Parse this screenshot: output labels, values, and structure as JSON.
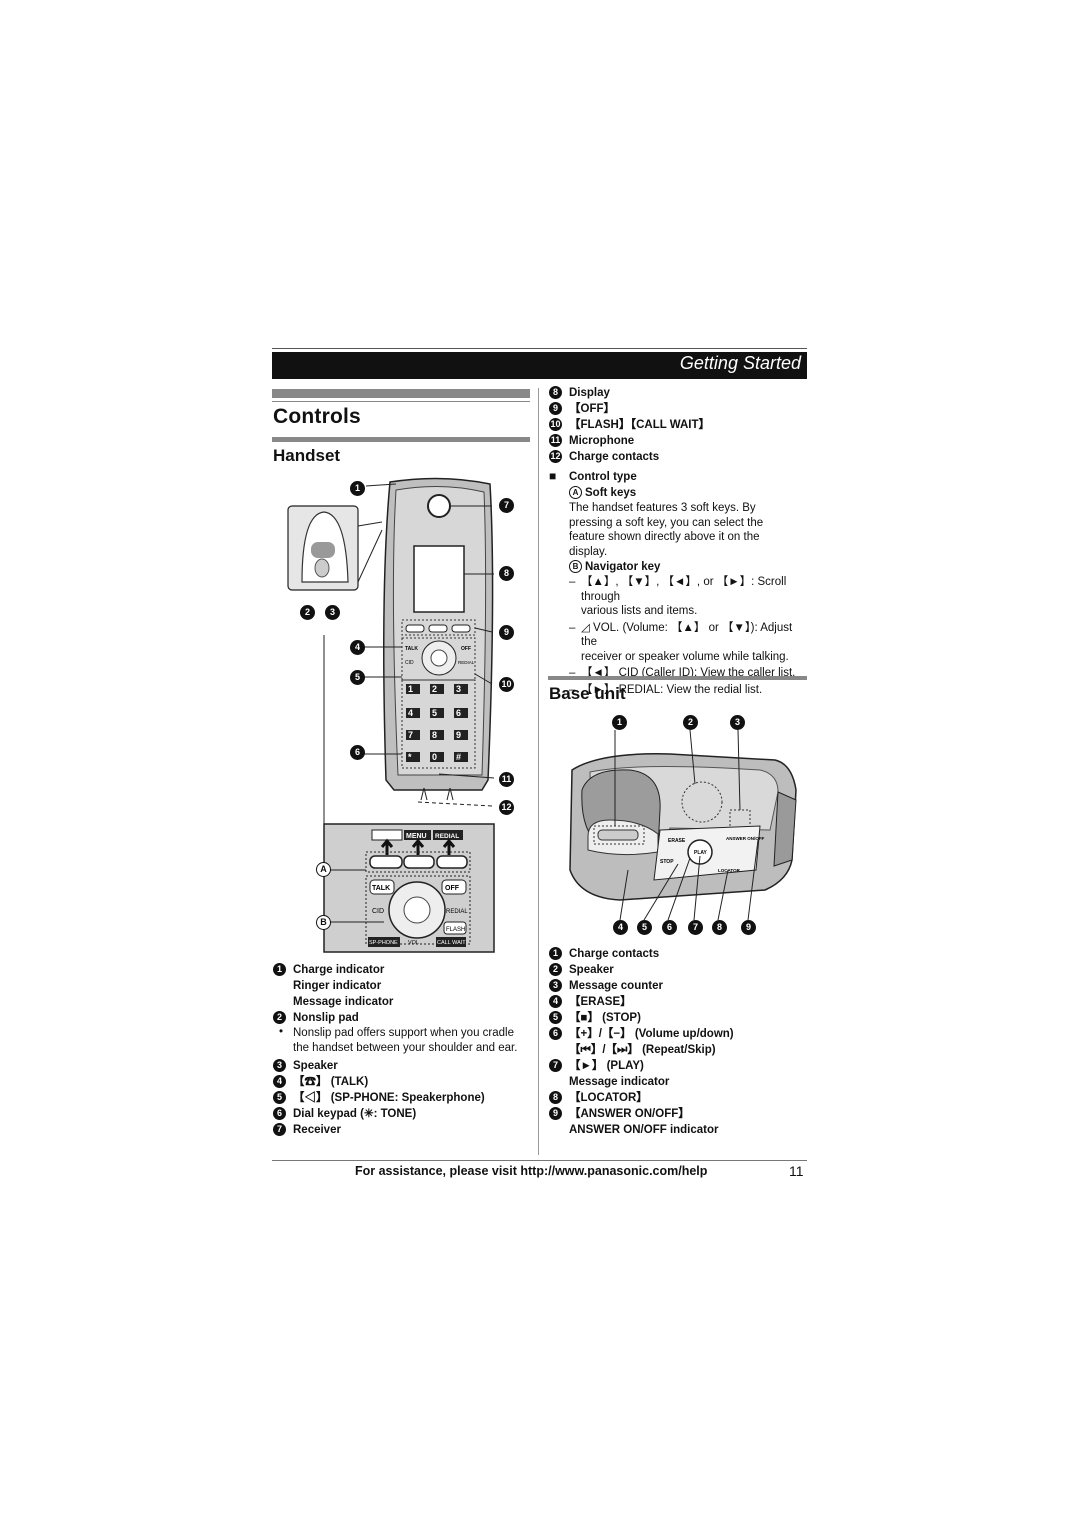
{
  "header": {
    "section": "Getting Started"
  },
  "title": "Controls",
  "handset": {
    "heading": "Handset",
    "callout_numbers": [
      "1",
      "2",
      "3",
      "4",
      "5",
      "6",
      "7",
      "8",
      "9",
      "10",
      "11",
      "12"
    ],
    "letters": [
      "A",
      "B"
    ],
    "diagram_keys": {
      "talk": "TALK",
      "off": "OFF",
      "cid": "CID",
      "redial": "REDIAL",
      "flash": "FLASH",
      "sp_phone": "SP-PHONE",
      "vol": "VOL",
      "call_wait": "CALL WAIT",
      "menu": "MENU",
      "keys": [
        "1",
        "2",
        "3",
        "4",
        "5",
        "6",
        "7",
        "8",
        "9",
        "*",
        "0",
        "#"
      ]
    },
    "legend": [
      {
        "num": "1",
        "lines": [
          "Charge indicator",
          "Ringer indicator",
          "Message indicator"
        ]
      },
      {
        "num": "2",
        "lines": [
          "Nonslip pad"
        ],
        "note": "Nonslip pad offers support when you cradle the handset between your shoulder and ear."
      },
      {
        "num": "3",
        "lines": [
          "Speaker"
        ]
      },
      {
        "num": "4",
        "lines": [
          "【☎】 (TALK)"
        ]
      },
      {
        "num": "5",
        "lines": [
          "【◁】 (SP-PHONE: Speakerphone)"
        ]
      },
      {
        "num": "6",
        "lines": [
          "Dial keypad (✳: TONE)"
        ]
      },
      {
        "num": "7",
        "lines": [
          "Receiver"
        ]
      },
      {
        "num": "8",
        "lines": [
          "Display"
        ]
      },
      {
        "num": "9",
        "lines": [
          "【OFF】"
        ]
      },
      {
        "num": "10",
        "lines": [
          "【FLASH】【CALL WAIT】"
        ]
      },
      {
        "num": "11",
        "lines": [
          "Microphone"
        ]
      },
      {
        "num": "12",
        "lines": [
          "Charge contacts"
        ]
      }
    ],
    "control_type": {
      "heading": "Control type",
      "soft_keys_letter": "A",
      "soft_keys_label": "Soft keys",
      "soft_keys_text": [
        "The handset features 3 soft keys. By",
        "pressing a soft key, you can select the",
        "feature shown directly above it on the",
        "display."
      ],
      "nav_letter": "B",
      "nav_label": "Navigator key",
      "nav_items": [
        [
          "【▲】, 【▼】, 【◄】, or 【►】: Scroll through",
          "various lists and items."
        ],
        [
          "◿ VOL. (Volume: 【▲】 or 【▼】): Adjust the",
          "receiver or speaker volume while talking."
        ],
        [
          "【◄】 CID (Caller ID): View the caller list."
        ],
        [
          "【►】 REDIAL: View the redial list."
        ]
      ]
    }
  },
  "base_unit": {
    "heading": "Base unit",
    "top_callouts": [
      "1",
      "2",
      "3"
    ],
    "bottom_callouts": [
      "4",
      "5",
      "6",
      "7",
      "8",
      "9"
    ],
    "diagram_labels": {
      "erase": "ERASE",
      "answer": "ANSWER ON/OFF",
      "stop": "STOP",
      "play": "PLAY",
      "locator": "LOCATOR"
    },
    "legend": [
      {
        "num": "1",
        "lines": [
          "Charge contacts"
        ]
      },
      {
        "num": "2",
        "lines": [
          "Speaker"
        ]
      },
      {
        "num": "3",
        "lines": [
          "Message counter"
        ]
      },
      {
        "num": "4",
        "lines": [
          "【ERASE】"
        ]
      },
      {
        "num": "5",
        "lines": [
          "【■】 (STOP)"
        ]
      },
      {
        "num": "6",
        "lines": [
          "【+】/【−】 (Volume up/down)",
          "【⏮】/【⏭】 (Repeat/Skip)"
        ]
      },
      {
        "num": "7",
        "lines": [
          "【►】 (PLAY)",
          "Message indicator"
        ]
      },
      {
        "num": "8",
        "lines": [
          "【LOCATOR】"
        ]
      },
      {
        "num": "9",
        "lines": [
          "【ANSWER ON/OFF】",
          "ANSWER ON/OFF indicator"
        ]
      }
    ]
  },
  "footer": {
    "text": "For assistance, please visit http://www.panasonic.com/help",
    "page": "11"
  }
}
